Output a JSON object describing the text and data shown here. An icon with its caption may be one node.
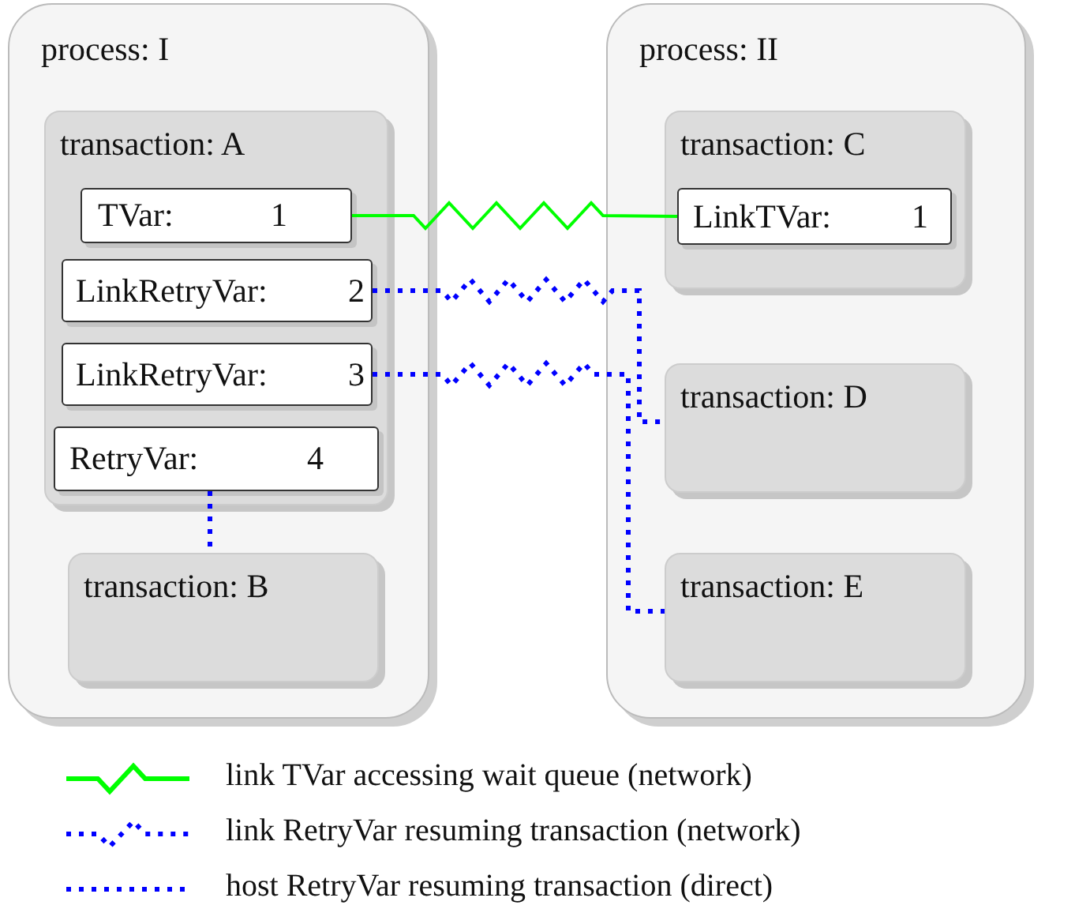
{
  "diagram": {
    "nodes": [
      {
        "text": [
          "process: I"
        ]
      },
      {
        "text": [
          "transaction: A"
        ],
        "in": 0
      },
      {
        "text": [
          "TVar:",
          "1"
        ],
        "in": 1
      },
      {
        "text": [
          "LinkRetryVar:",
          "2"
        ],
        "in": 1
      },
      {
        "text": [
          "LinkRetryVar:",
          "3"
        ],
        "in": 1
      },
      {
        "text": [
          "RetryVar:",
          "4"
        ],
        "in": 1
      },
      {
        "text": [
          "transaction: B"
        ],
        "in": 0
      },
      {
        "text": [
          "process: II"
        ]
      },
      {
        "text": [
          "transaction: C"
        ],
        "in": 7
      },
      {
        "text": [
          "LinkTVar:",
          "1"
        ],
        "in": 8
      },
      {
        "text": [
          "transaction: D"
        ],
        "in": 7
      },
      {
        "text": [
          "transaction: E"
        ],
        "in": 7
      }
    ],
    "edges": [
      {
        "from": 2,
        "to": 9,
        "arrow": "none",
        "color": "#00ff00"
      },
      {
        "from": 3,
        "to": 10,
        "arrow": "none",
        "style": "dashed",
        "color": "#0000ff"
      },
      {
        "from": 4,
        "to": 11,
        "arrow": "none",
        "style": "dashed",
        "color": "#0000ff"
      },
      {
        "from": 5,
        "to": 6,
        "arrow": "none",
        "style": "dashed",
        "color": "#0000ff"
      }
    ],
    "legend": [
      {
        "text": "link TVar accessing wait queue (network)"
      },
      {
        "text": "link RetryVar resuming transaction (network)"
      },
      {
        "text": "host RetryVar resuming transaction (direct)"
      }
    ]
  }
}
